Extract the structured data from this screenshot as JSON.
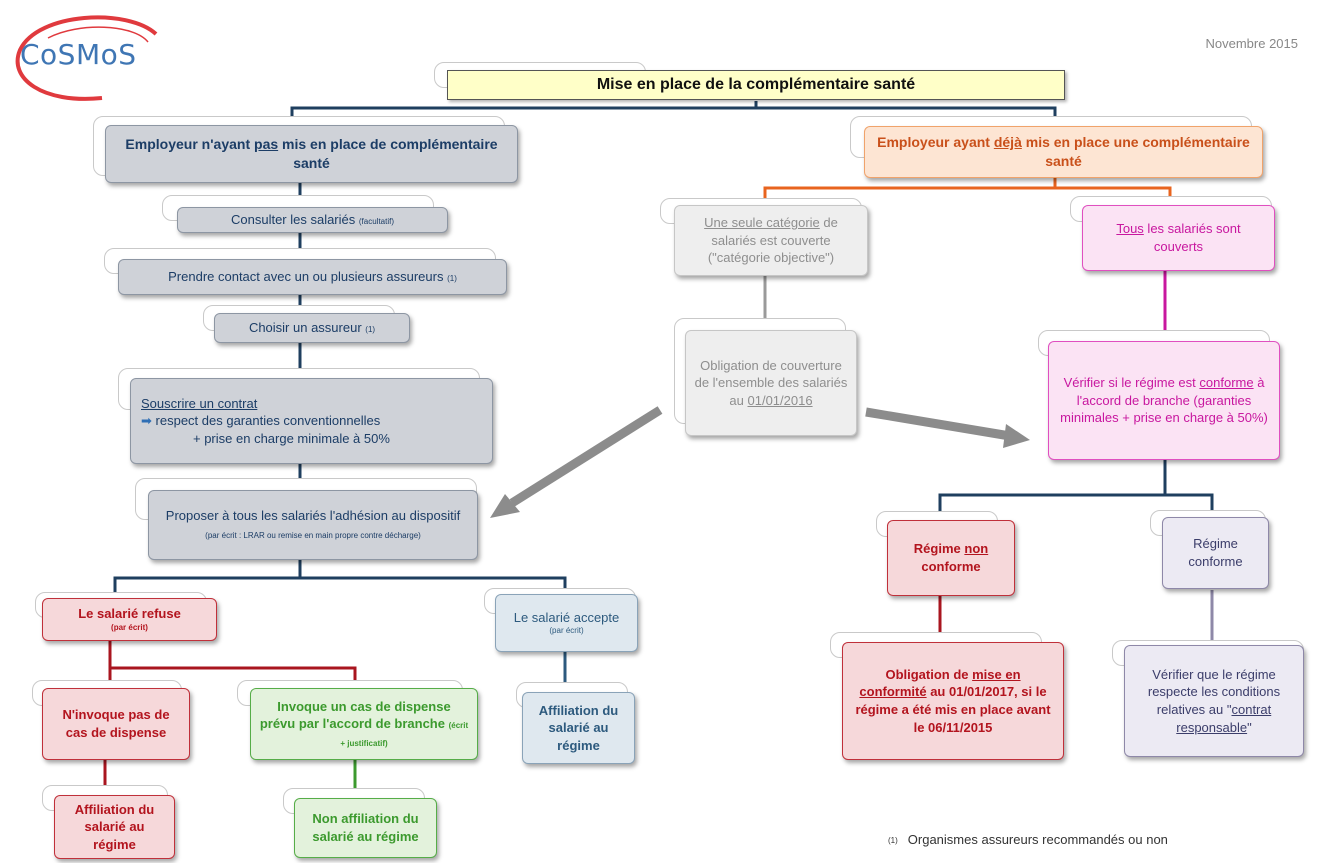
{
  "header": {
    "logo_text": "CoSMoS",
    "date": "Novembre 2015",
    "title": "Mise en place de la complémentaire santé"
  },
  "left_branch": {
    "root_pre": "Employeur n'ayant ",
    "root_u": "pas",
    "root_post": " mis en place de complémentaire santé",
    "consult_main": "Consulter les salariés",
    "consult_small": "(facultatif)",
    "contact_main": "Prendre contact avec un ou plusieurs assureurs",
    "contact_note": "(1)",
    "choose_main": "Choisir un assureur",
    "choose_note": "(1)",
    "subscribe_title": "Souscrire un contrat",
    "subscribe_line1": "respect des garanties conventionnelles",
    "subscribe_line2": "+ prise en charge minimale à 50%",
    "propose_main": "Proposer à tous les salariés l'adhésion au dispositif",
    "propose_small": "(par écrit : LRAR ou remise en main propre contre décharge)",
    "refuse_main": "Le salarié refuse",
    "refuse_small": "(par écrit)",
    "accept_main": "Le salarié accepte",
    "accept_small": "(par écrit)",
    "no_dispense": "N'invoque pas de cas de dispense",
    "dispense_main": "Invoque un cas de dispense prévu par l'accord de branche",
    "dispense_small": "(écrit + justificatif)",
    "affil_red": "Affiliation du salarié au régime",
    "non_affil": "Non affiliation du salarié au régime",
    "affil_accept": "Affiliation du salarié au régime"
  },
  "right_branch": {
    "root_pre": "Employeur ayant ",
    "root_u": "déjà",
    "root_post": " mis en place une complémentaire santé",
    "one_cat_u": "Une seule catégorie",
    "one_cat_rest": " de salariés est couverte (\"catégorie objective\")",
    "all_u": "Tous",
    "all_rest": " les salariés sont couverts",
    "oblig_main": "Obligation de couverture de l'ensemble des salariés au ",
    "oblig_date": "01/01/2016",
    "verify_pre": "Vérifier si le régime est ",
    "verify_u": "conforme",
    "verify_post": " à l'accord de branche (garanties minimales + prise en charge à 50%)",
    "nonconf_pre": "Régime ",
    "nonconf_u": "non",
    "nonconf_post": " conforme",
    "conf": "Régime conforme",
    "mise_pre": "Obligation de ",
    "mise_u": "mise en conformité",
    "mise_post": " au 01/01/2017, si le régime a été mis en place avant le 06/11/2015",
    "resp_pre": "Vérifier que le régime respecte les conditions relatives au \"",
    "resp_u": "contrat responsable",
    "resp_post": "\""
  },
  "footnote": {
    "num": "(1)",
    "text": "Organismes assureurs recommandés ou non"
  }
}
